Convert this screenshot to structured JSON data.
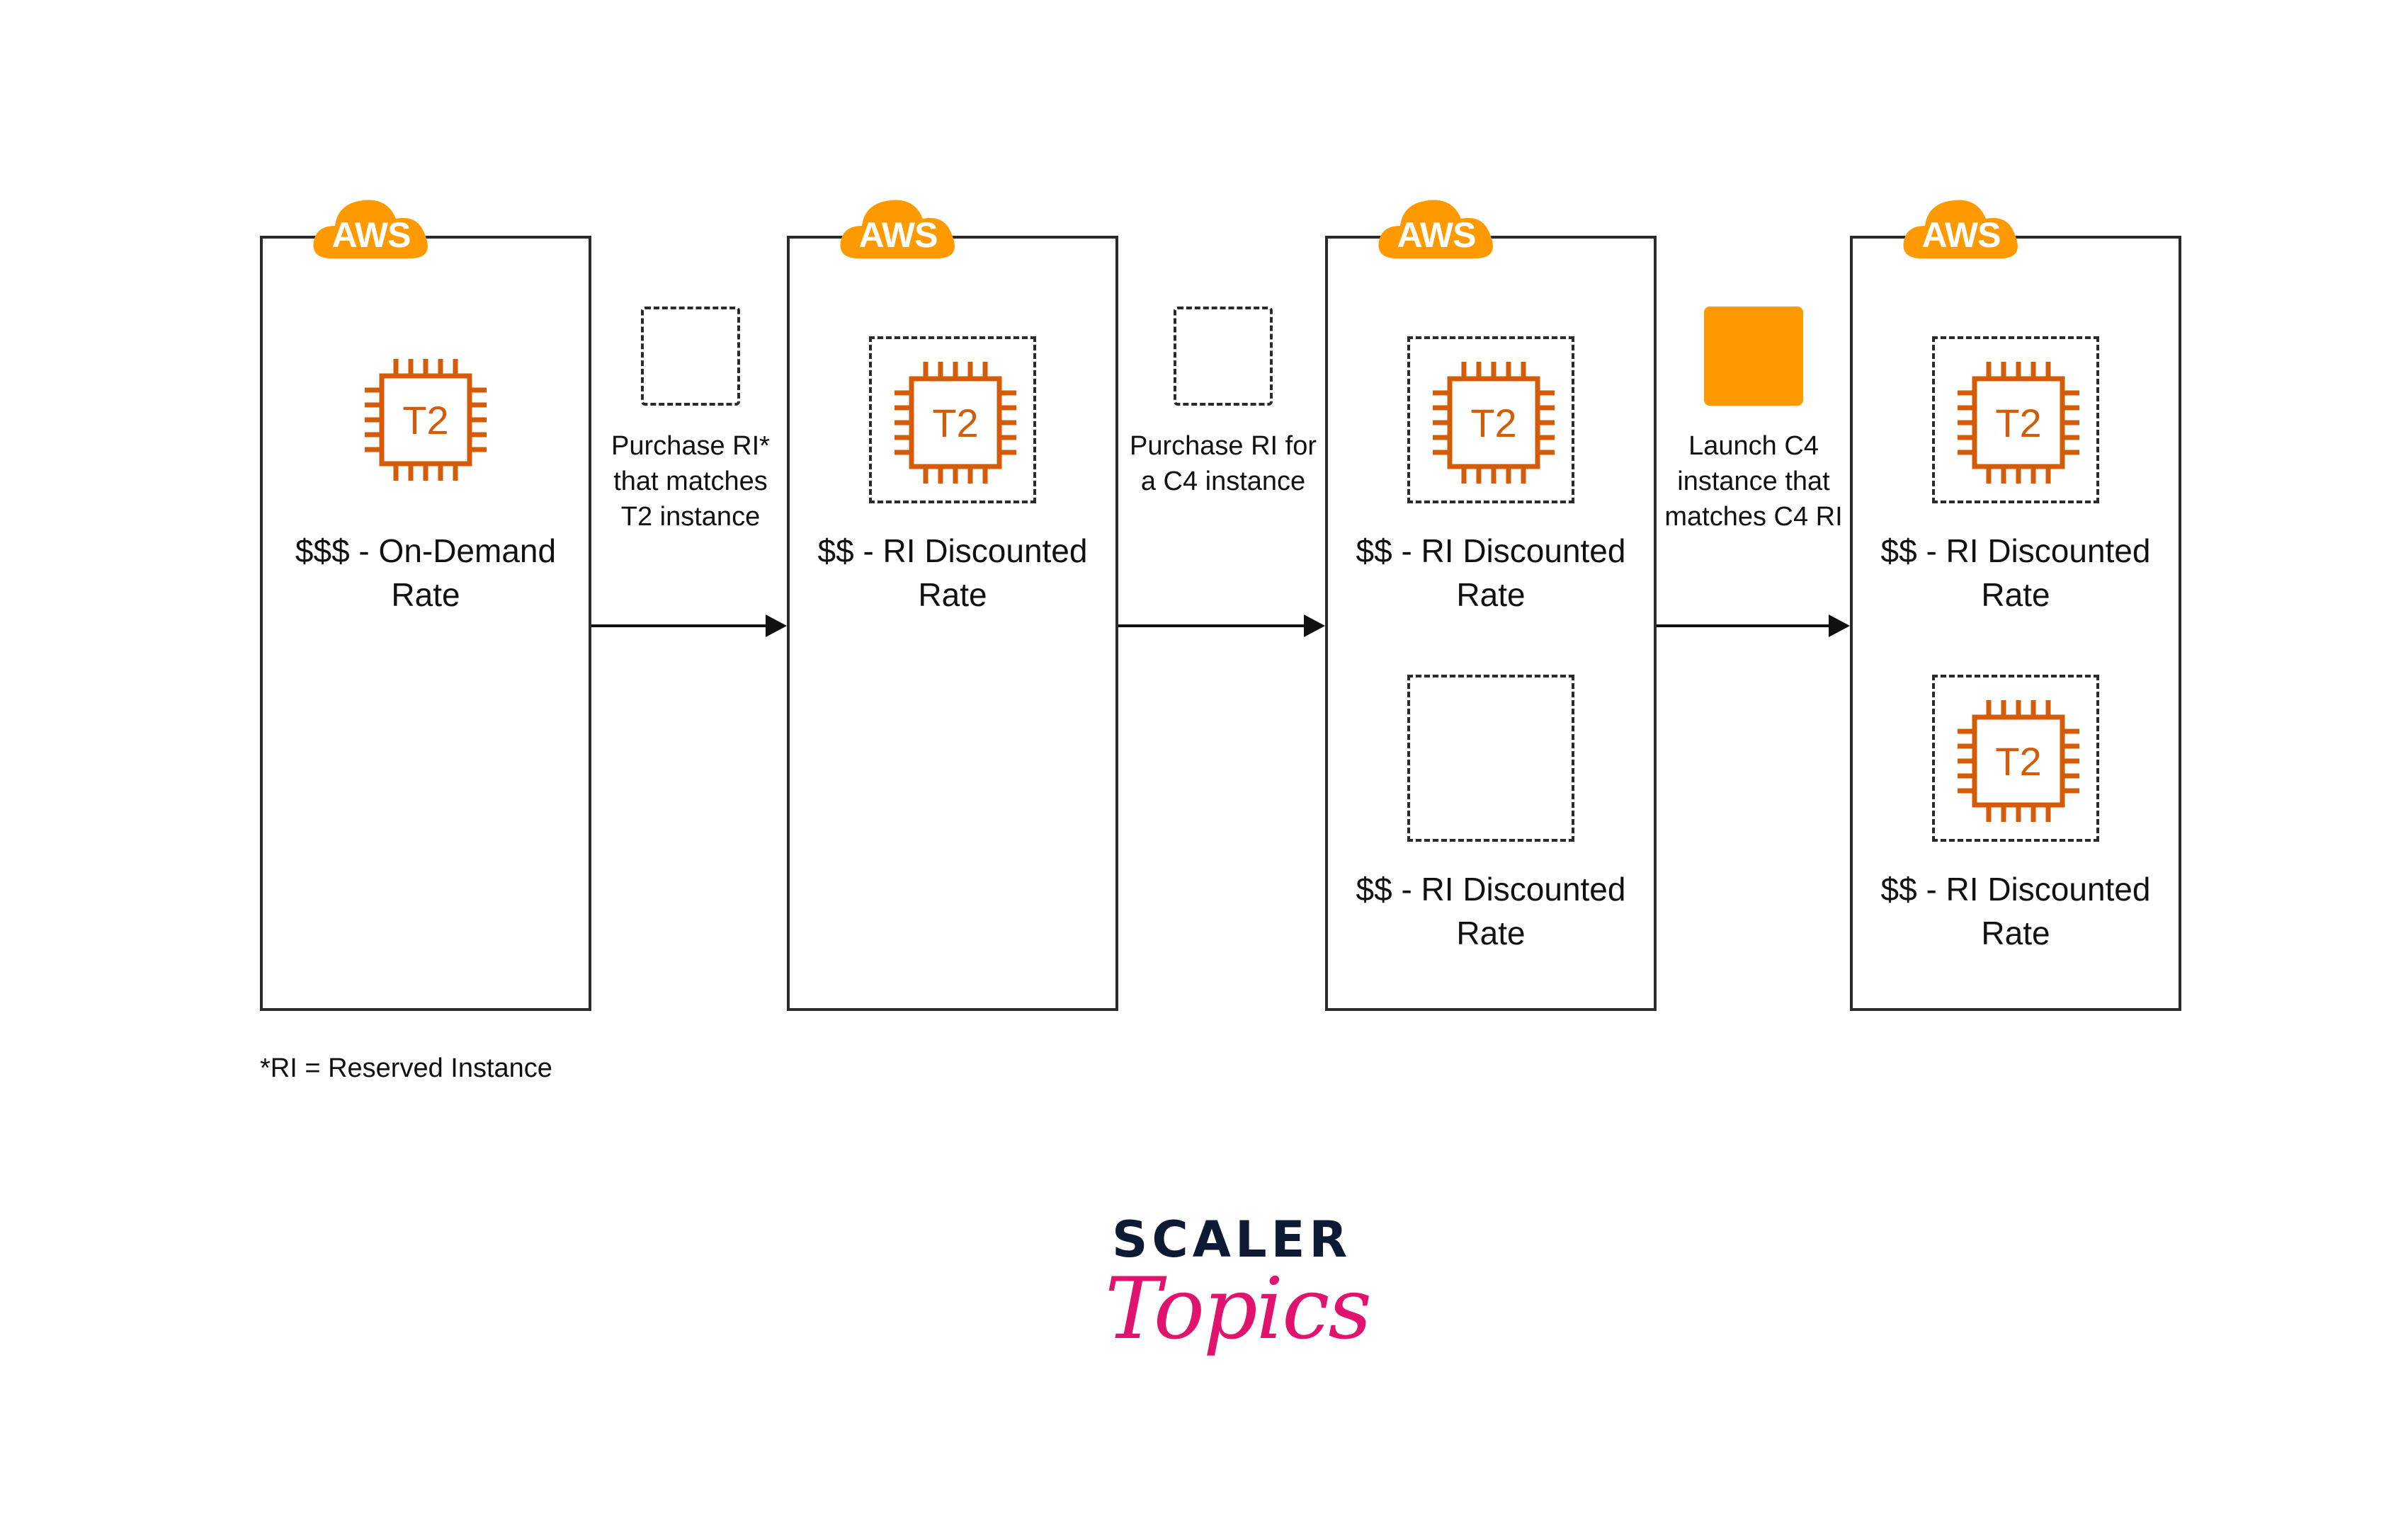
{
  "colors": {
    "aws_orange": "#ff9900",
    "chip_orange": "#d45b07",
    "border": "#2a2a2a",
    "logo_navy": "#0c1b33",
    "logo_pink": "#e0136e"
  },
  "panels": [
    {
      "badge": "AWS",
      "slots": [
        {
          "chip": "T2",
          "dashed": false,
          "rate": [
            "$$$ - On-Demand",
            "Rate"
          ]
        }
      ]
    },
    {
      "badge": "AWS",
      "slots": [
        {
          "chip": "T2",
          "dashed": true,
          "rate": [
            "$$ - RI Discounted",
            "Rate"
          ]
        }
      ]
    },
    {
      "badge": "AWS",
      "slots": [
        {
          "chip": "T2",
          "dashed": true,
          "rate": [
            "$$ - RI Discounted",
            "Rate"
          ]
        },
        {
          "chip": "",
          "dashed": true,
          "rate": [
            "$$ - RI Discounted",
            "Rate"
          ]
        }
      ]
    },
    {
      "badge": "AWS",
      "slots": [
        {
          "chip": "T2",
          "dashed": true,
          "rate": [
            "$$ - RI Discounted",
            "Rate"
          ]
        },
        {
          "chip": "T2",
          "dashed": true,
          "rate": [
            "$$ - RI Discounted",
            "Rate"
          ]
        }
      ]
    }
  ],
  "steps": [
    {
      "box": "dashed",
      "text": [
        "Purchase RI*",
        "that matches",
        "T2 instance"
      ]
    },
    {
      "box": "dashed",
      "text": [
        "Purchase RI for",
        "a C4 instance"
      ]
    },
    {
      "box": "filled",
      "text": [
        "Launch C4",
        "instance that",
        "matches C4 RI"
      ]
    }
  ],
  "footnote": "*RI = Reserved Instance",
  "logo": {
    "top": "SCALER",
    "bottom": "Topics"
  }
}
